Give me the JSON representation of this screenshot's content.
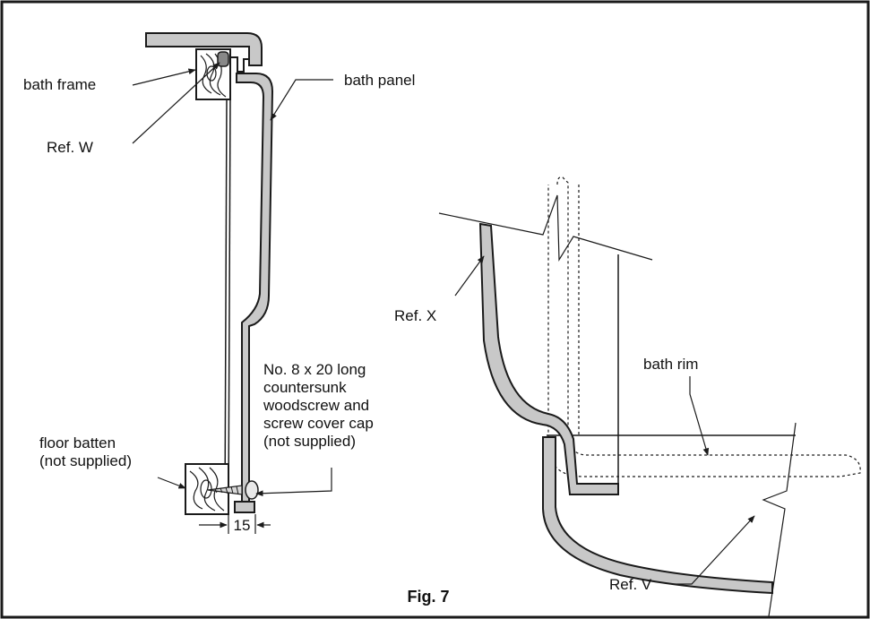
{
  "diagram": {
    "caption": "Fig. 7",
    "labels": {
      "bath_frame": "bath frame",
      "bath_panel": "bath panel",
      "ref_w": "Ref. W",
      "ref_x": "Ref. X",
      "ref_v": "Ref. V",
      "bath_rim": "bath rim",
      "screw_note": [
        "No. 8 x 20 long",
        "countersunk",
        "woodscrew and",
        "screw cover cap",
        "(not supplied)"
      ],
      "floor_batten": [
        "floor batten",
        "(not supplied)"
      ]
    },
    "dimension": "15"
  },
  "colors": {
    "panel_fill": "#c8c8c8",
    "stroke": "#1a1a1a",
    "background": "#ffffff"
  }
}
